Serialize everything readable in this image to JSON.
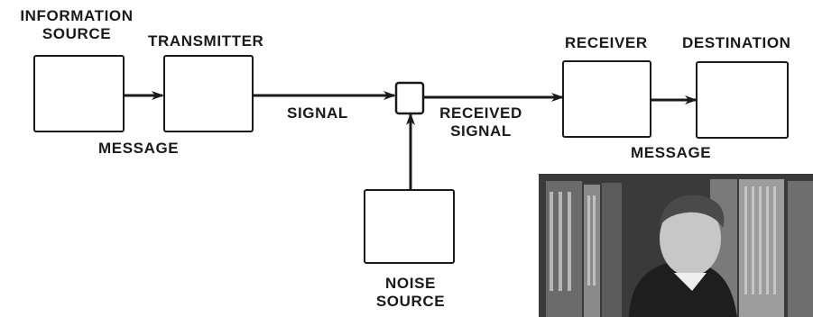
{
  "blocks": {
    "information_source": "INFORMATION\nSOURCE",
    "transmitter": "TRANSMITTER",
    "receiver": "RECEIVER",
    "destination": "DESTINATION",
    "noise_source": "NOISE\nSOURCE"
  },
  "edges": {
    "message_left": "MESSAGE",
    "signal": "SIGNAL",
    "received_signal": "RECEIVED\nSIGNAL",
    "message_right": "MESSAGE"
  },
  "photo": {
    "description_icon": "portrait-photo"
  },
  "colors": {
    "ink": "#1a1a1a",
    "paper": "#ffffff"
  }
}
